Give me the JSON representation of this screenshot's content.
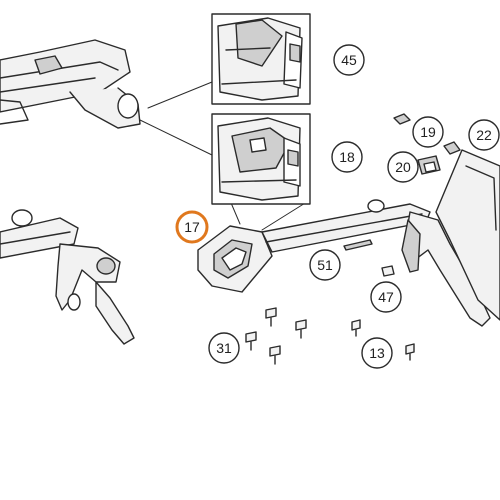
{
  "diagram": {
    "colors": {
      "line": "#2b2b2b",
      "fill": "#f2f2f2",
      "shade": "#cfcfcf",
      "highlight": "#e0781e",
      "background": "#ffffff"
    },
    "callouts": [
      {
        "id": "45",
        "label": "45",
        "highlighted": false
      },
      {
        "id": "18",
        "label": "18",
        "highlighted": false
      },
      {
        "id": "17",
        "label": "17",
        "highlighted": true
      },
      {
        "id": "19",
        "label": "19",
        "highlighted": false
      },
      {
        "id": "20",
        "label": "20",
        "highlighted": false
      },
      {
        "id": "22",
        "label": "22",
        "highlighted": false
      },
      {
        "id": "51",
        "label": "51",
        "highlighted": false
      },
      {
        "id": "47",
        "label": "47",
        "highlighted": false
      },
      {
        "id": "31",
        "label": "31",
        "highlighted": false
      },
      {
        "id": "13",
        "label": "13",
        "highlighted": false
      }
    ]
  }
}
